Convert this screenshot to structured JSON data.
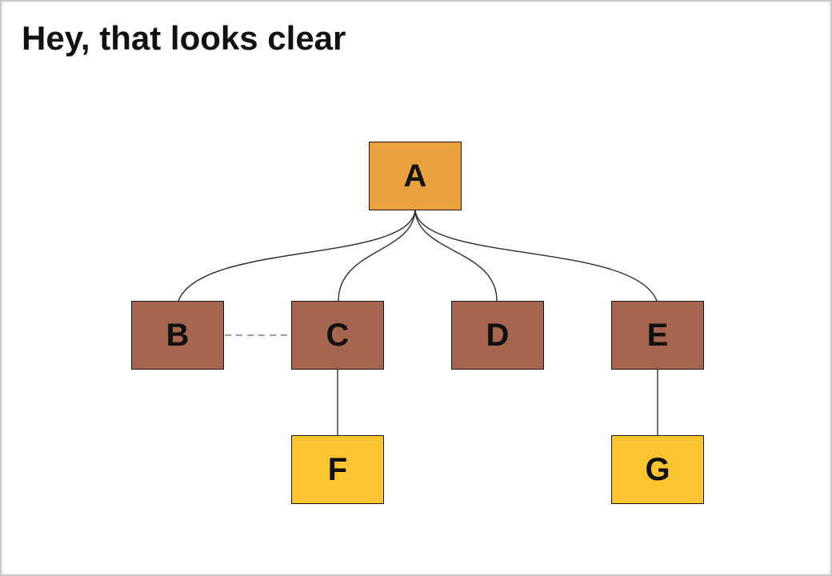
{
  "title": "Hey, that looks clear",
  "diagram": {
    "nodes": [
      {
        "id": "A",
        "label": "A",
        "level": "root",
        "fill": "#e9a23b"
      },
      {
        "id": "B",
        "label": "B",
        "level": "mid",
        "fill": "#a5654e"
      },
      {
        "id": "C",
        "label": "C",
        "level": "mid",
        "fill": "#a5654e"
      },
      {
        "id": "D",
        "label": "D",
        "level": "mid",
        "fill": "#a5654e"
      },
      {
        "id": "E",
        "label": "E",
        "level": "mid",
        "fill": "#a5654e"
      },
      {
        "id": "F",
        "label": "F",
        "level": "leaf",
        "fill": "#fdc431"
      },
      {
        "id": "G",
        "label": "G",
        "level": "leaf",
        "fill": "#fdc431"
      }
    ],
    "edges": [
      {
        "from": "A",
        "to": "B",
        "style": "curved-solid"
      },
      {
        "from": "A",
        "to": "C",
        "style": "curved-solid"
      },
      {
        "from": "A",
        "to": "D",
        "style": "curved-solid"
      },
      {
        "from": "A",
        "to": "E",
        "style": "curved-solid"
      },
      {
        "from": "B",
        "to": "C",
        "style": "dashed"
      },
      {
        "from": "C",
        "to": "F",
        "style": "straight-solid"
      },
      {
        "from": "E",
        "to": "G",
        "style": "straight-solid"
      }
    ],
    "colors": {
      "root_fill": "#e9a23b",
      "mid_fill": "#a5654e",
      "leaf_fill": "#fdc431",
      "node_border": "#1a1a1a",
      "edge_stroke": "#2f2b28",
      "dashed_edge_stroke": "#7f7f7f",
      "title_text": "#111111",
      "canvas_border": "#c6c8ca"
    }
  }
}
